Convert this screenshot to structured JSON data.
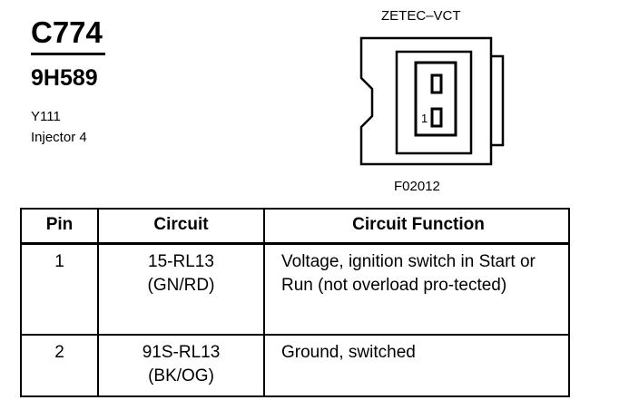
{
  "header": {
    "connector_id": "C774",
    "part_number": "9H589",
    "location_code": "Y111",
    "component_name": "Injector 4"
  },
  "connector": {
    "engine_label": "ZETEC–VCT",
    "pin_number_label": "1",
    "figure_code": "F02012"
  },
  "table": {
    "headers": {
      "pin": "Pin",
      "circuit": "Circuit",
      "function": "Circuit Function"
    },
    "rows": [
      {
        "pin": "1",
        "circuit": "15-RL13",
        "wire_color": "(GN/RD)",
        "function": "Voltage, ignition switch in Start or Run (not overload pro-tected)"
      },
      {
        "pin": "2",
        "circuit": "91S-RL13",
        "wire_color": "(BK/OG)",
        "function": "Ground, switched"
      }
    ]
  }
}
